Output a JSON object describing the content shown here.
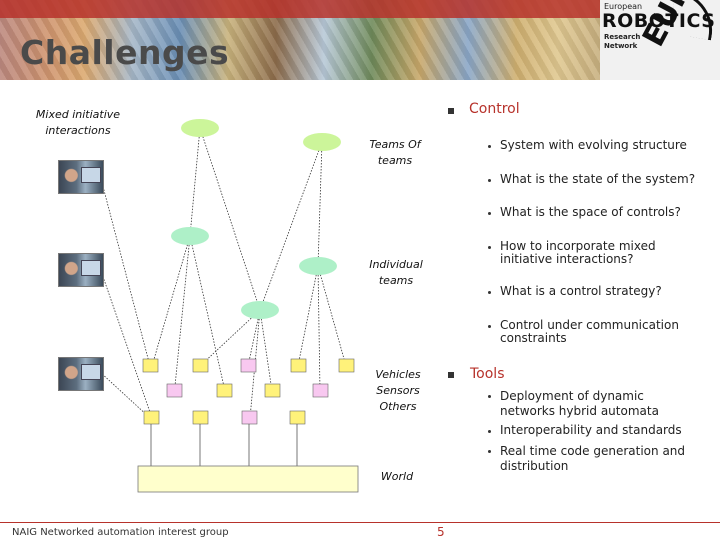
{
  "slide": {
    "title": "Challenges",
    "page_number": "5",
    "footer_org": "NAIG Networked automation interest group"
  },
  "logo": {
    "line1": "European",
    "line2": "ROBOTICS",
    "line3": "Research Network",
    "line4": "EURON"
  },
  "diagram": {
    "labels": {
      "mixed": "Mixed initiative interactions",
      "teams": "Teams Of teams",
      "individual": "Individual teams",
      "vehicles": "Vehicles Sensors Others",
      "world": "World"
    }
  },
  "content": {
    "control_heading": "Control",
    "control_items": [
      "System with evolving structure",
      "What is the state of the system?",
      "What is the space of controls?",
      "How to incorporate mixed initiative interactions?",
      "What is a control strategy?",
      "Control under communication constraints"
    ],
    "tools_heading": "Tools",
    "tools_items": [
      "Deployment of dynamic networks hybrid automata",
      "Interoperability and standards",
      "Real time code generation and distribution"
    ]
  },
  "colors": {
    "accent": "#b7322b",
    "node_green": "#ccf59a",
    "node_teal": "#aef0c8",
    "node_yellow": "#fff27a",
    "node_pink": "#f8c8f0",
    "world_fill": "#ffffcc"
  }
}
